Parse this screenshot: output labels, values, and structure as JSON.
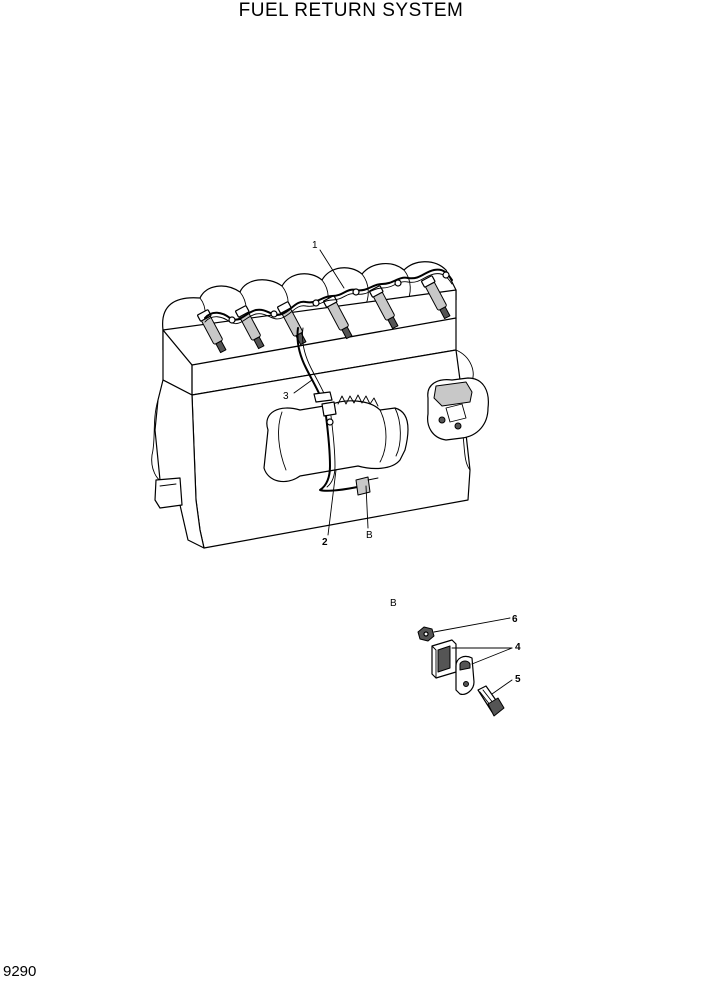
{
  "title": "FUEL RETURN SYSTEM",
  "page_number": "9290",
  "callouts": {
    "item_1": "1",
    "item_2": "2",
    "item_3": "3",
    "item_4": "4",
    "item_5": "5",
    "item_6": "6",
    "detail_ref": "B",
    "detail_label": "B"
  }
}
